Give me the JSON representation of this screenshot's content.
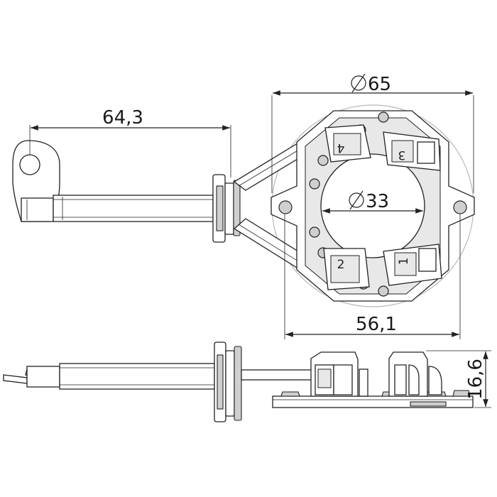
{
  "dimensions": {
    "outer_diameter": "65",
    "inner_diameter": "33",
    "lead_length": "64,3",
    "mount_width": "56,1",
    "height": "16,6"
  },
  "brush_labels": [
    "1",
    "2",
    "3",
    "4"
  ]
}
